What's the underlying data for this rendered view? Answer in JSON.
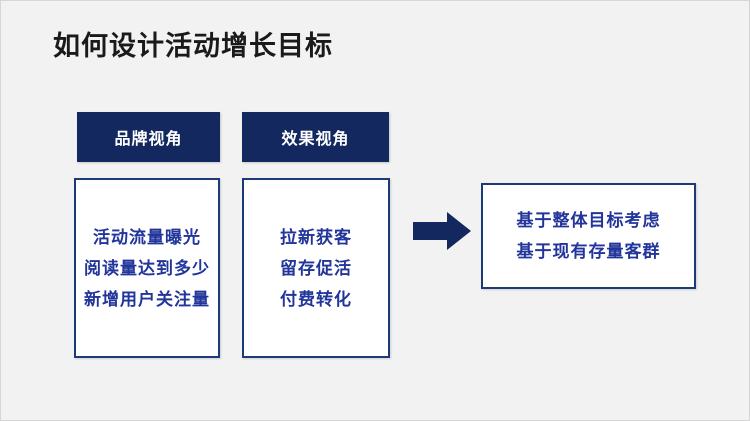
{
  "slide": {
    "title": "如何设计活动增长目标",
    "background_color": "#f2f2f2",
    "accent_navy": "#12285f",
    "border_navy": "#1c3a78",
    "text_blue": "#22359b",
    "title_color": "#1a1a1a"
  },
  "columns": [
    {
      "header": "品牌视角",
      "items": [
        "活动流量曝光",
        "阅读量达到多少",
        "新增用户关注量"
      ]
    },
    {
      "header": "效果视角",
      "items": [
        "拉新获客",
        "留存促活",
        "付费转化"
      ]
    }
  ],
  "arrow": {
    "icon": "arrow-right-icon",
    "direction": "right",
    "color": "#12285f"
  },
  "result": {
    "items": [
      "基于整体目标考虑",
      "基于现有存量客群"
    ]
  }
}
